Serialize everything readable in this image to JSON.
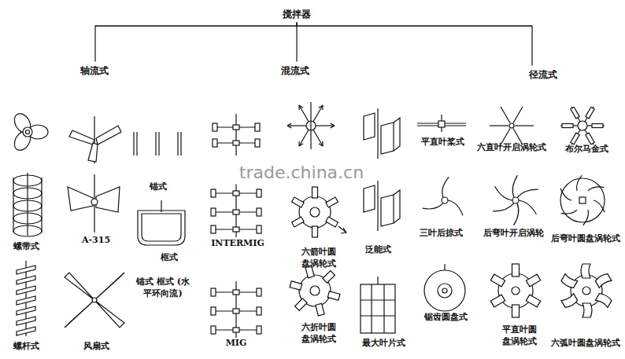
{
  "diagram": {
    "title": "搅拌器",
    "nodes": [
      {
        "text": [
          "搅拌器"
        ]
      },
      {
        "text": [
          "轴流式"
        ]
      },
      {
        "text": [
          "混流式"
        ]
      },
      {
        "text": [
          "径流式"
        ]
      }
    ],
    "edges": [
      {
        "from": 0,
        "to": 1,
        "arrow": "none"
      },
      {
        "from": 0,
        "to": 2,
        "arrow": "none"
      },
      {
        "from": 0,
        "to": 3,
        "arrow": "none"
      }
    ],
    "labels": [
      "锚式",
      "螺带式",
      "A-315",
      "框式",
      "锚式 框式 (水平环向流)",
      "螺杆式",
      "风扇式",
      "平直叶桨式",
      "六直叶开启涡轮式",
      "布尔马金式",
      "INTERMIG",
      "六箭叶圆 盘涡轮式",
      "泛能式",
      "三叶后掠式",
      "后弯叶开启涡轮",
      "后弯叶圆盘涡轮式",
      "锯齿圆盘式",
      "MIG",
      "六折叶圆 盘涡轮式",
      "最大叶片式",
      "平直叶圆 盘涡轮式",
      "六弧叶圆盘涡轮式",
      "trade.china.cn"
    ]
  }
}
